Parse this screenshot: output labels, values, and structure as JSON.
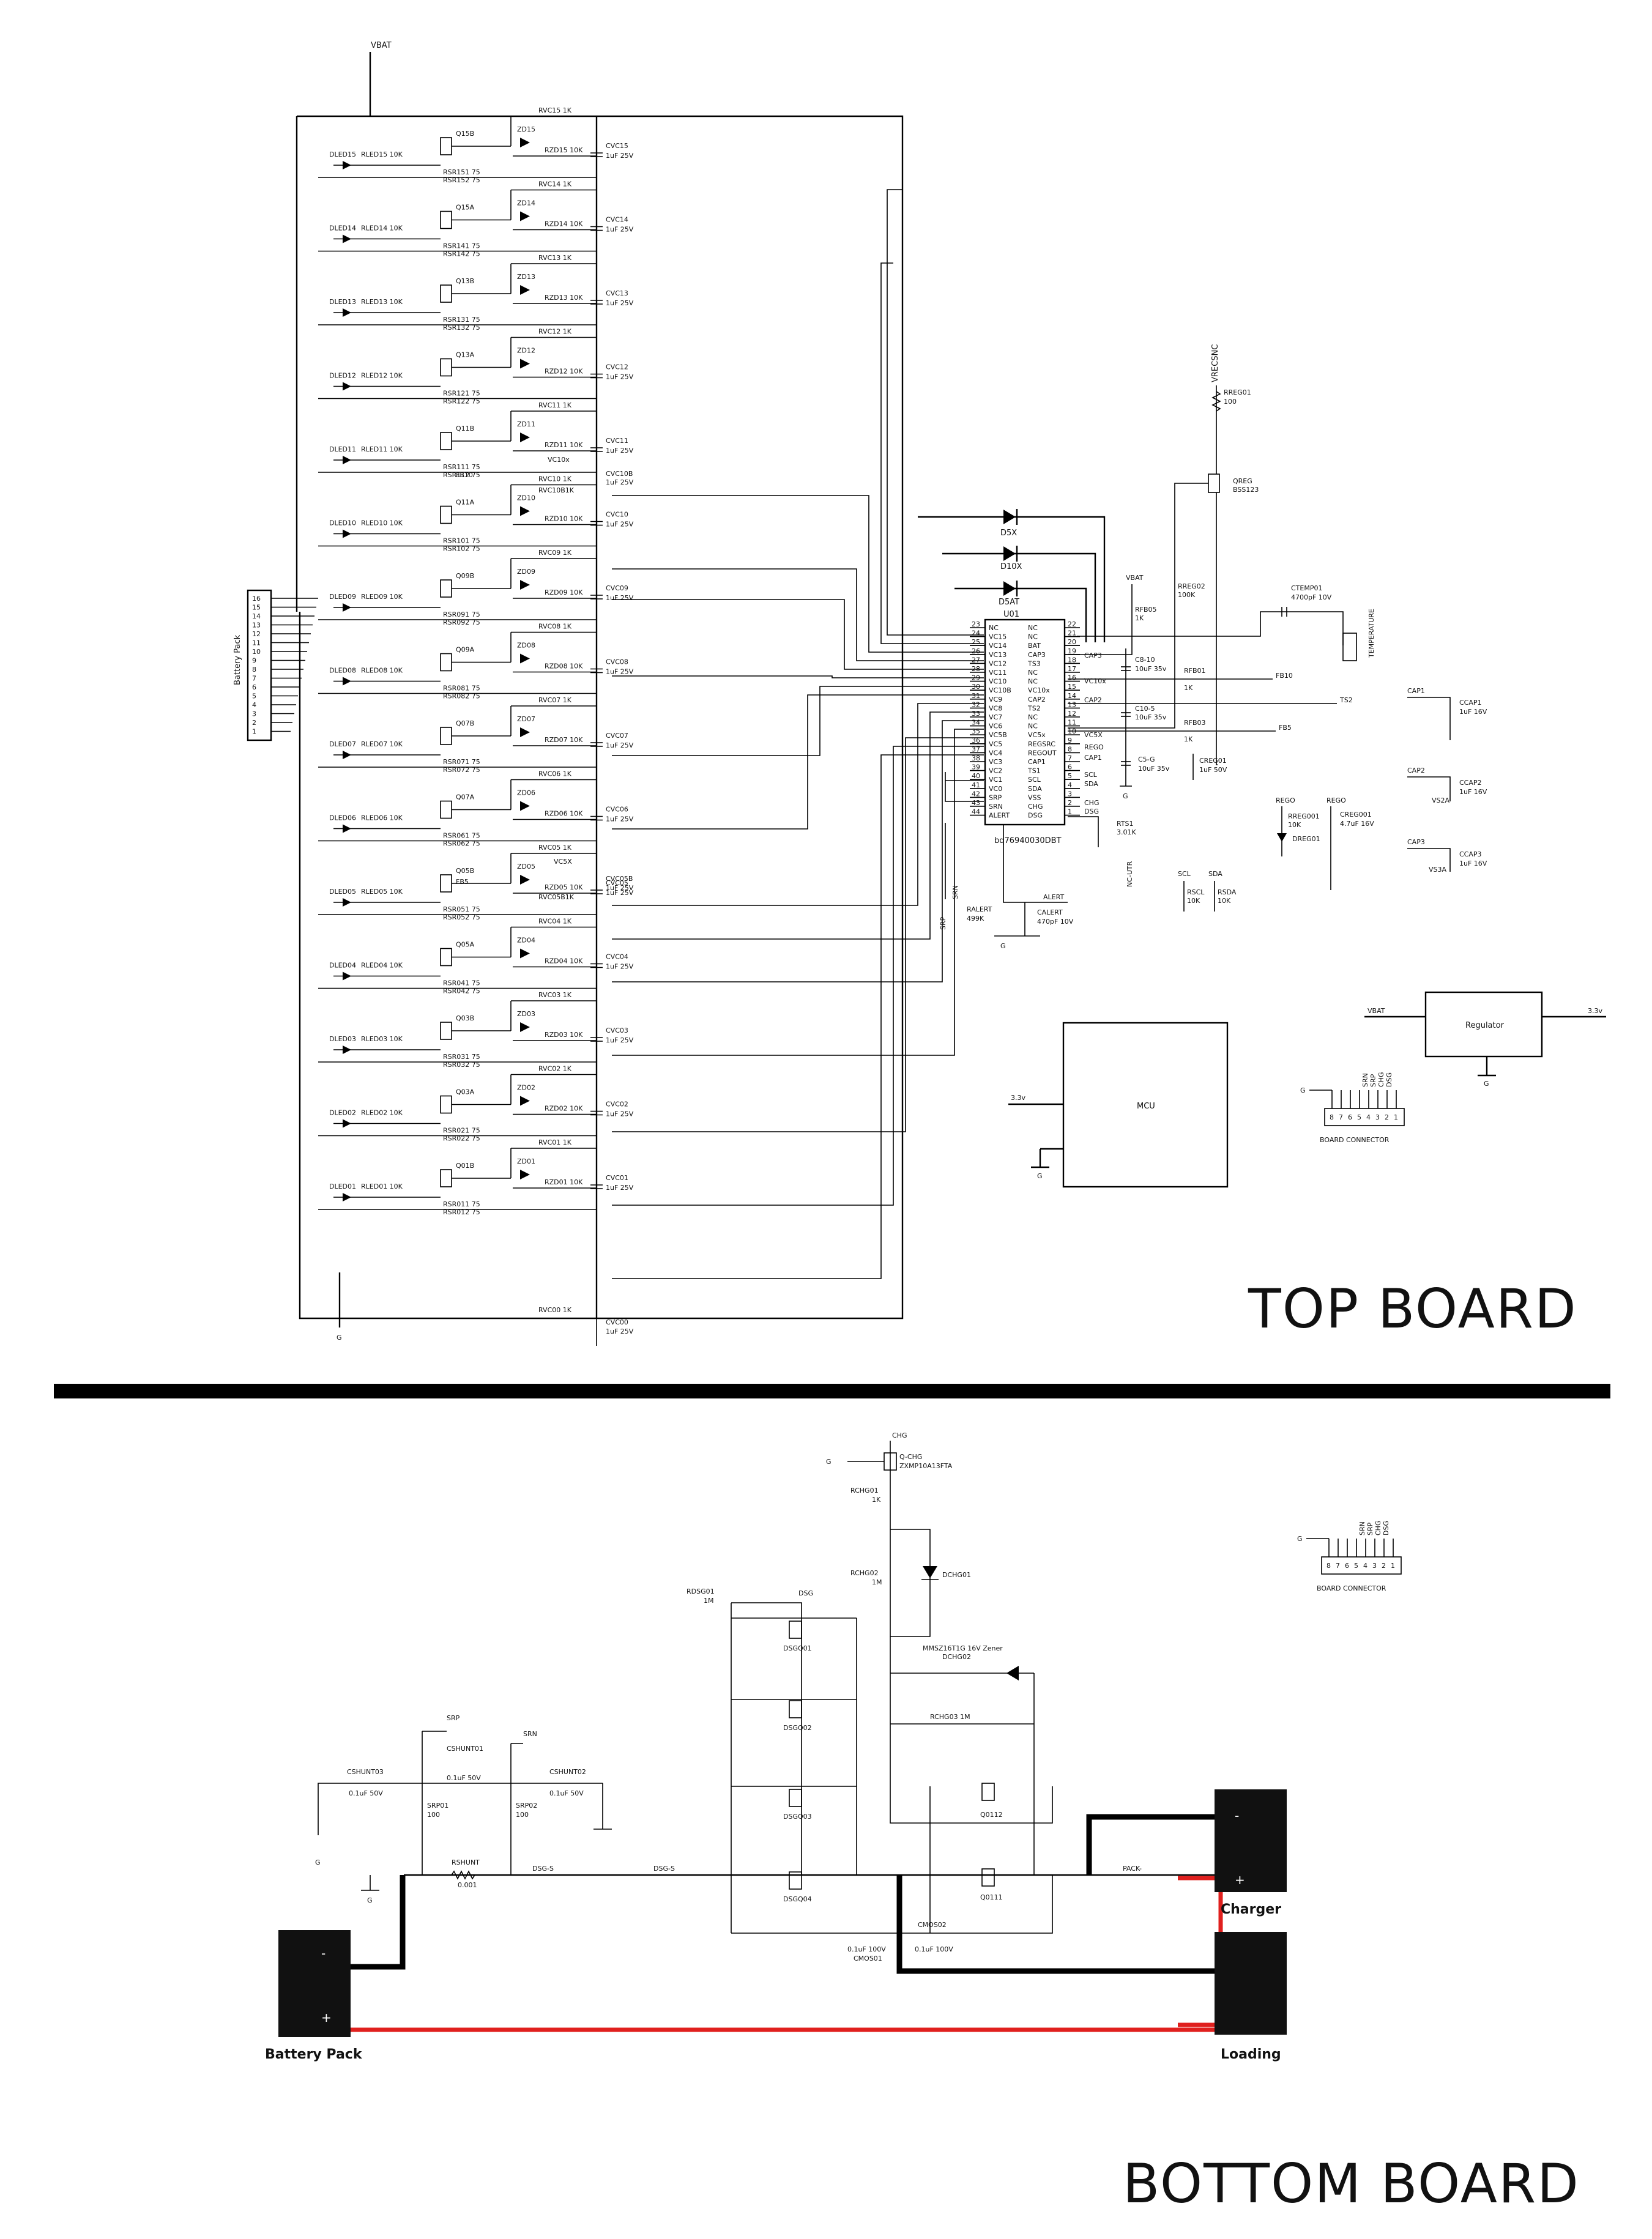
{
  "titles": {
    "top": "TOP BOARD",
    "bottom": "BOTTOM BOARD"
  },
  "net": {
    "vbat": "VBAT",
    "vrecsnc": "VRECSNC",
    "v33": "3.3v",
    "gnd": "G",
    "dsg": "DSG",
    "chg": "CHG",
    "srp": "SRP",
    "srn": "SRN",
    "dsgs": "DSG-S",
    "pack": "PACK-",
    "alert": "ALERT",
    "scl": "SCL",
    "sda": "SDA",
    "ts2": "TS2",
    "fb5": "FB5",
    "fb10": "FB10",
    "vc5x": "VC5X",
    "vc10x": "VC10x",
    "cap1": "CAP1",
    "cap2": "CAP2",
    "cap3": "CAP3",
    "rego": "REGO"
  },
  "connector": {
    "label": "Battery Pack",
    "pins": [
      "16",
      "15",
      "14",
      "13",
      "12",
      "11",
      "10",
      "9",
      "8",
      "7",
      "6",
      "5",
      "4",
      "3",
      "2",
      "1"
    ]
  },
  "cells": [
    {
      "q": "Q15B",
      "zd": "ZD15",
      "rzd": "RZD15 10K",
      "rvc": "RVC15 1K",
      "cvc": "CVC15",
      "cval": "1uF 25V",
      "dled": "DLED15",
      "rled": "RLED15 10K",
      "rsr1": "RSR151 75",
      "rsr2": "RSR152 75"
    },
    {
      "q": "Q15A",
      "zd": "ZD14",
      "rzd": "RZD14 10K",
      "rvc": "RVC14 1K",
      "cvc": "CVC14",
      "cval": "1uF 25V",
      "dled": "DLED14",
      "rled": "RLED14 10K",
      "rsr1": "RSR141 75",
      "rsr2": "RSR142 75"
    },
    {
      "q": "Q13B",
      "zd": "ZD13",
      "rzd": "RZD13 10K",
      "rvc": "RVC13 1K",
      "cvc": "CVC13",
      "cval": "1uF 25V",
      "dled": "DLED13",
      "rled": "RLED13 10K",
      "rsr1": "RSR131 75",
      "rsr2": "RSR132 75"
    },
    {
      "q": "Q13A",
      "zd": "ZD12",
      "rzd": "RZD12 10K",
      "rvc": "RVC12 1K",
      "cvc": "CVC12",
      "cval": "1uF 25V",
      "dled": "DLED12",
      "rled": "RLED12 10K",
      "rsr1": "RSR121 75",
      "rsr2": "RSR122 75"
    },
    {
      "q": "Q11B",
      "zd": "ZD11",
      "rzd": "RZD11 10K",
      "rvc": "RVC11 1K",
      "cvc": "CVC11",
      "cval": "1uF 25V",
      "dled": "DLED11",
      "rled": "RLED11 10K",
      "rsr1": "RSR111 75",
      "rsr2": "RSR112 75"
    },
    {
      "q": "Q11A",
      "zd": "ZD10",
      "rzd": "RZD10 10K",
      "rvc": "RVC10 1K",
      "cvc": "CVC10",
      "cval": "1uF 25V",
      "dled": "DLED10",
      "rled": "RLED10 10K",
      "rsr1": "RSR101 75",
      "rsr2": "RSR102 75"
    },
    {
      "q": "Q09B",
      "zd": "ZD09",
      "rzd": "RZD09 10K",
      "rvc": "RVC09 1K",
      "cvc": "CVC09",
      "cval": "1uF 25V",
      "dled": "DLED09",
      "rled": "RLED09 10K",
      "rsr1": "RSR091 75",
      "rsr2": "RSR092 75"
    },
    {
      "q": "Q09A",
      "zd": "ZD08",
      "rzd": "RZD08 10K",
      "rvc": "RVC08 1K",
      "cvc": "CVC08",
      "cval": "1uF 25V",
      "dled": "DLED08",
      "rled": "RLED08 10K",
      "rsr1": "RSR081 75",
      "rsr2": "RSR082 75"
    },
    {
      "q": "Q07B",
      "zd": "ZD07",
      "rzd": "RZD07 10K",
      "rvc": "RVC07 1K",
      "cvc": "CVC07",
      "cval": "1uF 25V",
      "dled": "DLED07",
      "rled": "RLED07 10K",
      "rsr1": "RSR071 75",
      "rsr2": "RSR072 75"
    },
    {
      "q": "Q07A",
      "zd": "ZD06",
      "rzd": "RZD06 10K",
      "rvc": "RVC06 1K",
      "cvc": "CVC06",
      "cval": "1uF 25V",
      "dled": "DLED06",
      "rled": "RLED06 10K",
      "rsr1": "RSR061 75",
      "rsr2": "RSR062 75"
    },
    {
      "q": "Q05B",
      "zd": "ZD05",
      "rzd": "RZD05 10K",
      "rvc": "RVC05 1K",
      "cvc": "CVC05",
      "cval": "1uF 25V",
      "dled": "DLED05",
      "rled": "RLED05 10K",
      "rsr1": "RSR051 75",
      "rsr2": "RSR052 75"
    },
    {
      "q": "Q05A",
      "zd": "ZD04",
      "rzd": "RZD04 10K",
      "rvc": "RVC04 1K",
      "cvc": "CVC04",
      "cval": "1uF 25V",
      "dled": "DLED04",
      "rled": "RLED04 10K",
      "rsr1": "RSR041 75",
      "rsr2": "RSR042 75"
    },
    {
      "q": "Q03B",
      "zd": "ZD03",
      "rzd": "RZD03 10K",
      "rvc": "RVC03 1K",
      "cvc": "CVC03",
      "cval": "1uF 25V",
      "dled": "DLED03",
      "rled": "RLED03 10K",
      "rsr1": "RSR031 75",
      "rsr2": "RSR032 75"
    },
    {
      "q": "Q03A",
      "zd": "ZD02",
      "rzd": "RZD02 10K",
      "rvc": "RVC02 1K",
      "cvc": "CVC02",
      "cval": "1uF 25V",
      "dled": "DLED02",
      "rled": "RLED02 10K",
      "rsr1": "RSR021 75",
      "rsr2": "RSR022 75"
    },
    {
      "q": "Q01B",
      "zd": "ZD01",
      "rzd": "RZD01 10K",
      "rvc": "RVC01 1K",
      "cvc": "CVC01",
      "cval": "1uF 25V",
      "dled": "DLED01",
      "rled": "RLED01 10K",
      "rsr1": "RSR011 75",
      "rsr2": "RSR012 75"
    }
  ],
  "extras": {
    "rvc00": "RVC00 1K",
    "cvc00": "CVC00",
    "cvc00_val": "1uF 25V",
    "cvc10b": "CVC10B",
    "cvc10b_val": "1uF 25V",
    "rvc10b": "RVC10B1K",
    "cvc05b": "CVC05B",
    "cvc05b_val": "1uF 25V",
    "rvc05b": "RVC05B1K",
    "fb10_short": "FB10",
    "fb5_short": "FB5"
  },
  "ic": {
    "name": "U01",
    "part": "bq76940030DBT",
    "left_nums": [
      "23",
      "24",
      "25",
      "26",
      "27",
      "28",
      "29",
      "30",
      "31",
      "32",
      "33",
      "34",
      "35",
      "36",
      "37",
      "38",
      "39",
      "40",
      "41",
      "42",
      "43",
      "44"
    ],
    "left": [
      "NC",
      "VC15",
      "VC14",
      "VC13",
      "VC12",
      "VC11",
      "VC10",
      "VC10B",
      "VC9",
      "VC8",
      "VC7",
      "VC6",
      "VC5B",
      "VC5",
      "VC4",
      "VC3",
      "VC2",
      "VC1",
      "VC0",
      "SRP",
      "SRN",
      "ALERT"
    ],
    "right_nums": [
      "22",
      "21",
      "20",
      "19",
      "18",
      "17",
      "16",
      "15",
      "14",
      "13",
      "12",
      "11",
      "10",
      "9",
      "8",
      "7",
      "6",
      "5",
      "4",
      "3",
      "2",
      "1"
    ],
    "right": [
      "NC",
      "NC",
      "BAT",
      "CAP3",
      "TS3",
      "NC",
      "NC",
      "VC10x",
      "CAP2",
      "TS2",
      "NC",
      "NC",
      "VC5x",
      "REGSRC",
      "REGOUT",
      "CAP1",
      "TS1",
      "SCL",
      "SDA",
      "VSS",
      "CHG",
      "DSG"
    ]
  },
  "ic_wire_labels": [
    "CAP3",
    "VC10x",
    "CAP2",
    "VC5X",
    "REGO",
    "CAP1",
    "SCL",
    "SDA",
    "CHG",
    "DSG"
  ],
  "diodes": [
    "D5X",
    "D10X",
    "D5AT"
  ],
  "components": {
    "rreg01": "RREG01",
    "rreg01_val": "100",
    "qreg": "QREG",
    "qreg_part": "BSS123",
    "rreg02": "RREG02",
    "rreg02_val": "100K",
    "rfb05": "RFB05",
    "rfb05_val": "1K",
    "ctemp": "CTEMP01",
    "ctemp_val": "4700pF 10V",
    "temp": "TEMPERATURE",
    "c8": "C8-10",
    "c8_val": "10uF 35v",
    "c10": "C10-5",
    "c10_val": "10uF 35v",
    "c5": "C5-G",
    "c5_val": "10uF 35v",
    "rfb01": "RFB01",
    "rfb01_val": "1K",
    "rfb03": "RFB03",
    "rfb03_val": "1K",
    "creg01": "CREG01",
    "creg01_val": "1uF 50V",
    "rts": "RTS1",
    "rts_val": "3.01K",
    "rts_net": "NC-UTR",
    "ralert": "RALERT",
    "ralert_val": "499K",
    "calert": "CALERT",
    "calert_val": "470pF 10V",
    "rscl": "RSCL",
    "rscl_val": "10K",
    "rsda": "RSDA",
    "rsda_val": "10K",
    "rrego": "RREG001",
    "rrego_val": "10K",
    "drego": "DREG01",
    "crego": "CREG001",
    "crego_val": "4.7uF 16V",
    "ccap1": "CCAP1",
    "ccap1_val": "1uF 16V",
    "ccap2": "CCAP2",
    "ccap2_val": "1uF 16V",
    "ccap3": "CCAP3",
    "ccap3_val": "1uF 16V",
    "cap2_gnd": "VS2A",
    "cap3_gnd": "VS3A"
  },
  "blocks": {
    "regulator": "Regulator",
    "mcu": "MCU",
    "board_conn": "BOARD CONNECTOR",
    "bc_pins": [
      "8",
      "7",
      "6",
      "5",
      "4",
      "3",
      "2",
      "1"
    ],
    "bc_sig": [
      "SRN",
      "SRP",
      "CHG",
      "DSG"
    ]
  },
  "bottom": {
    "qchg": "Q-CHG",
    "qchg_part": "ZXMP10A13FTA",
    "rchg01": "RCHG01",
    "rchg01_val": "1K",
    "rchg02": "RCHG02",
    "rchg02_val": "1M",
    "dchg01": "DCHG01",
    "dchg02": "DCHG02",
    "dchg02_part": "MMSZ16T1G 16V Zener",
    "rchg03": "RCHG03  1M",
    "rdsg01": "RDSG01",
    "rdsg01_val": "1M",
    "dsgq": [
      "DSGQ01",
      "DSGQ02",
      "DSGQ03",
      "DSGQ04"
    ],
    "q0112": "Q0112",
    "q0111": "Q0111",
    "cshunt03": "CSHUNT03",
    "cshunt03_val": "0.1uF 50V",
    "cshunt01": "CSHUNT01",
    "cshunt01_val": "0.1uF 50V",
    "cshunt02": "CSHUNT02",
    "cshunt02_val": "0.1uF 50V",
    "srp01": "SRP01",
    "srp01_val": "100",
    "srp02": "SRP02",
    "srp02_val": "100",
    "rshunt": "RSHUNT",
    "rshunt_val": "0.001",
    "cmos01": "CMOS01",
    "cmos01_val": "0.1uF 100V",
    "cmos02": "CMOS02",
    "cmos02_val": "0.1uF 100V",
    "battery": "Battery Pack",
    "charger": "Charger",
    "loading": "Loading",
    "minus": "-",
    "plus": "+"
  },
  "colors": {
    "wire": "#000000",
    "red": "#e0201e",
    "block": "#111111"
  }
}
